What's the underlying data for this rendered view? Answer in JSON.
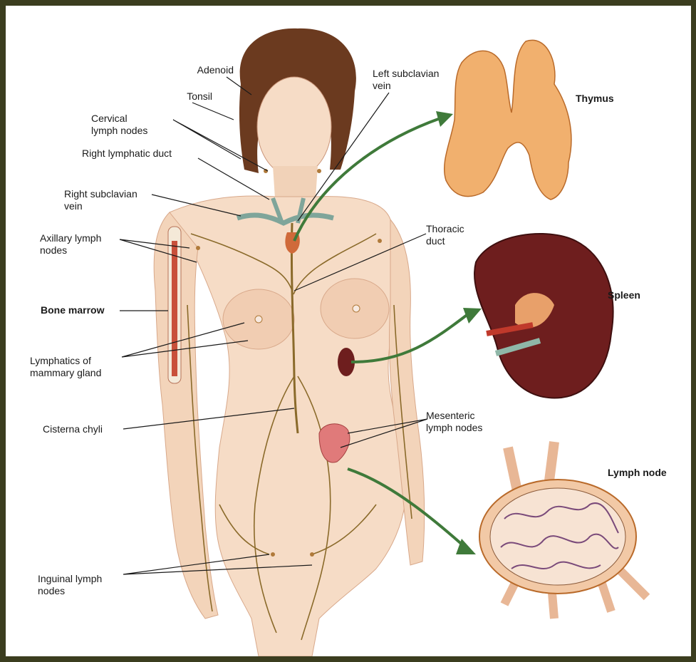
{
  "labels": {
    "adenoid": "Adenoid",
    "tonsil": "Tonsil",
    "cervical": "Cervical\nlymph nodes",
    "right_lymphatic_duct": "Right lymphatic duct",
    "right_subclavian_vein": "Right subclavian\nvein",
    "axillary": "Axillary lymph\nnodes",
    "bone_marrow": "Bone marrow",
    "lymphatics_mammary": "Lymphatics of\nmammary gland",
    "cisterna_chyli": "Cisterna chyli",
    "inguinal": "Inguinal lymph\nnodes",
    "left_subclavian_vein": "Left subclavian\nvein",
    "thoracic_duct": "Thoracic\nduct",
    "mesenteric": "Mesenteric\nlymph nodes",
    "thymus": "Thymus",
    "spleen": "Spleen",
    "lymph_node": "Lymph node"
  },
  "colors": {
    "background_border": "#3b3d1f",
    "skin": "#f6dcc6",
    "skin_shade": "#e8b796",
    "hair": "#6b3a1f",
    "lymph_vessel": "#8a6a2a",
    "vein": "#7fa59a",
    "thymus": "#f1b06e",
    "spleen": "#6e1e1e",
    "lymph_node": "#f2c9a6",
    "arrow": "#3f7a3a",
    "bone_marrow": "#c8503a"
  }
}
